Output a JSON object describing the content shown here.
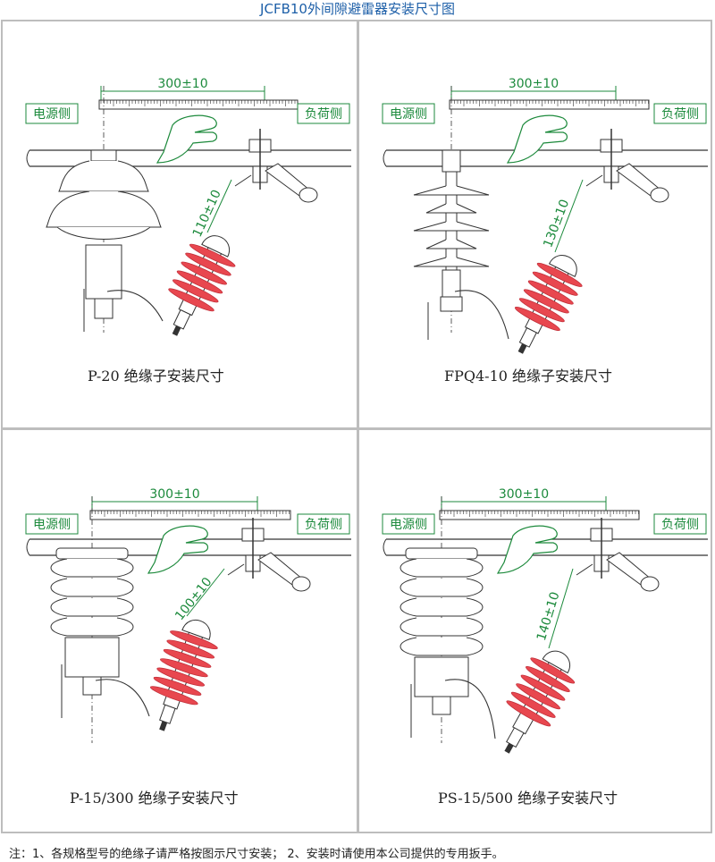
{
  "title": "JCFB10外间隙避雷器安装尺寸图",
  "labels": {
    "source": "电源侧",
    "load": "负荷侧"
  },
  "panels": [
    {
      "id": "p20",
      "caption": "P-20  绝缘子安装尺寸",
      "horizontal": "300±10",
      "gap": "110±10"
    },
    {
      "id": "fpq4",
      "caption": "FPQ4-10  绝缘子安装尺寸",
      "horizontal": "300±10",
      "gap": "130±10"
    },
    {
      "id": "p15",
      "caption": "P-15/300  绝缘子安装尺寸",
      "horizontal": "300±10",
      "gap": "100±10"
    },
    {
      "id": "ps15",
      "caption": "PS-15/500  绝缘子安装尺寸",
      "horizontal": "300±10",
      "gap": "140±10"
    }
  ],
  "note": "注：1、各规格型号的绝缘子请严格按图示尺寸安装；  2、安装时请使用本公司提供的专用扳手。",
  "colors": {
    "dimension": "#1c8a3c",
    "arrester": "#e8474f",
    "title": "#1d5fa8",
    "line": "#333333"
  }
}
